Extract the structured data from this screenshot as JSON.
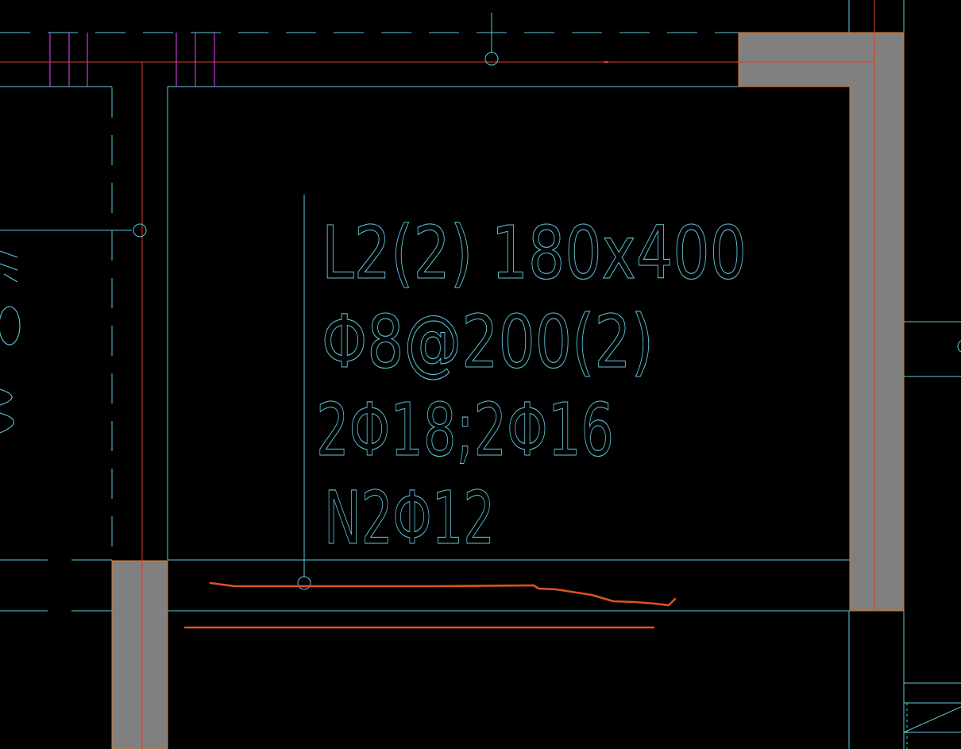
{
  "window": {
    "banner_text": "",
    "banner_color": "#4a6088"
  },
  "colors": {
    "background": "#000000",
    "cyan_line": "#5ec8dc",
    "red_axis": "#e03a2a",
    "magenta_line": "#c23cd0",
    "column_fill": "#808080",
    "column_outline": "#e07a2a",
    "markup_orange": "#e0521c"
  },
  "beam_annotation": {
    "line1": "L2(2) 180x400",
    "line2": "Φ8@200(2)",
    "line3": "2Φ18;2Φ16",
    "line4": "N2Φ12"
  },
  "icons": {
    "leader_marker": "circle-marker-icon",
    "axis_bubble": "axis-circle-icon"
  }
}
